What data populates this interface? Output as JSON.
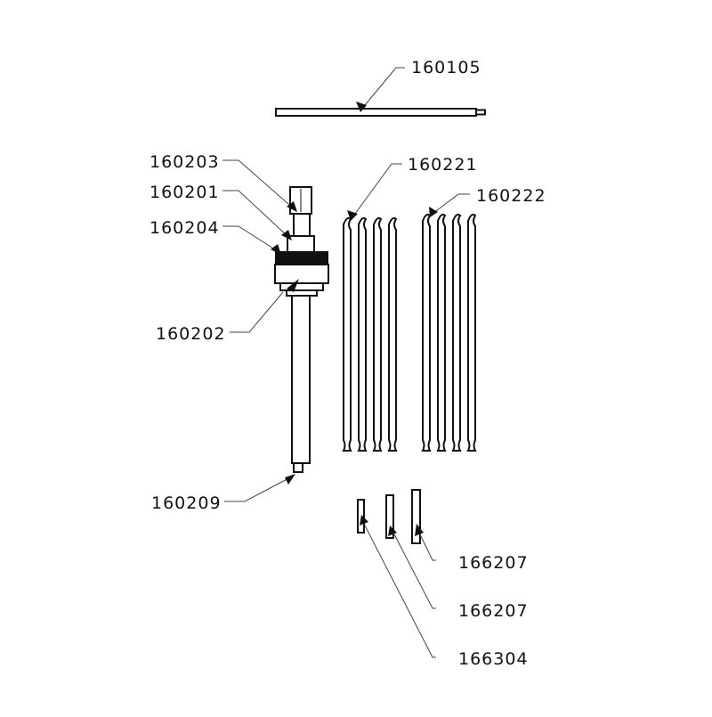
{
  "diagram": {
    "labels": {
      "rod": "160105",
      "cap": "160203",
      "neck": "160201",
      "ring": "160204",
      "flange": "160202",
      "shaft": "160209",
      "fingers_a": "160221",
      "fingers_b": "160222",
      "pin_large": "166207",
      "pin_medium": "166207",
      "pin_small": "166304"
    }
  }
}
